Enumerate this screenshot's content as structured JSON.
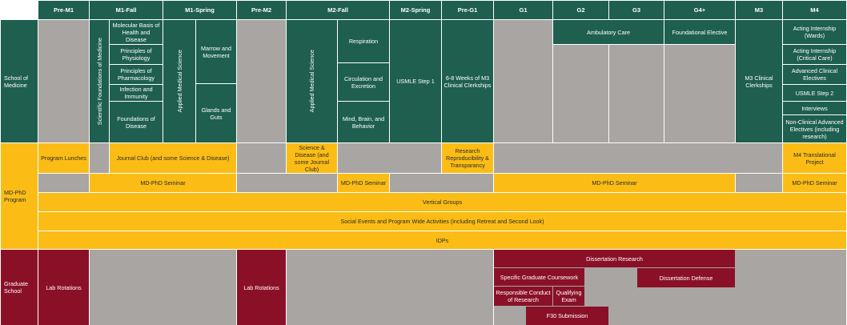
{
  "headers": [
    "Pre-M1",
    "M1-Fall",
    "M1-Spring",
    "Pre-M2",
    "M2-Fall",
    "M2-Spring",
    "Pre-G1",
    "G1",
    "G2",
    "G3",
    "G4+",
    "M3",
    "M4"
  ],
  "rows": {
    "medicine": "School of Medicine",
    "mdphd": "MD-PhD Program",
    "graduate": "Graduate School"
  },
  "medicine": {
    "m1_fall_vertical": "Scientific Foundations of Medicine",
    "m1_fall_courses": [
      "Molecular Basis of Health and Disease",
      "Principles of Physiology",
      "Principles of Pharmacology",
      "Infection and Immunity",
      "Foundations of Disease"
    ],
    "m1_spring_vertical": "Applied Medical Science",
    "m1_spring_courses": [
      "Marrow and Movement",
      "Glands and Guts"
    ],
    "m2_fall_vertical": "Applied Medical Science",
    "m2_fall_courses": [
      "Respiration",
      "Circulation and Excretion",
      "Mind, Brain, and Behavior"
    ],
    "m2_spring": "USMLE Step 1",
    "pre_g1": "6-8 Weeks of M3 Clinical Clerkships",
    "ambulatory": "Ambulatory Care",
    "foundational": "Foundational Elective",
    "m3": "M3 Clinical Clerkships",
    "m4_courses": [
      "Acting Internship (Wards)",
      "Acting Internship (Critical Care)",
      "Advanced Clinical Electives",
      "USMLE Step 2",
      "Interviews",
      "Non-Clinical Advanced Electives (including research)"
    ]
  },
  "mdphd": {
    "program_lunches": "Program Lunches",
    "journal_club": "Journal Club (and some Science & Disease)",
    "science_disease": "Science & Disease (and some Journal Club)",
    "research_repro": "Research Reproducibility & Transparancy",
    "m4_translational": "M4 Translational Project",
    "seminar_m1": "MD-PhD Seminar",
    "seminar_m2": "MD-PhD Seminar",
    "seminar_g": "MD-PhD Seminar",
    "seminar_m4": "MD-PhD Seminar",
    "vertical_groups": "Vertical Groups",
    "social_events": "Social Events and Program Wide Activities (including Retreat and Second Look)",
    "idps": "IDPs"
  },
  "graduate": {
    "lab_rotations_1": "Lab Rotations",
    "lab_rotations_2": "Lab Rotations",
    "dissertation_research": "Dissertation Research",
    "graduate_coursework": "Specific Graduate Coursework",
    "dissertation_defense": "Dissertation Defense",
    "responsible_conduct": "Responsible Conduct of Research",
    "qualifying_exam": "Qualifying Exam",
    "f30": "F30 Submission"
  },
  "colors": {
    "medicine": "#1e5f4f",
    "mdphd": "#fbbd15",
    "graduate": "#8a1028",
    "empty": "#a8a5a2"
  }
}
